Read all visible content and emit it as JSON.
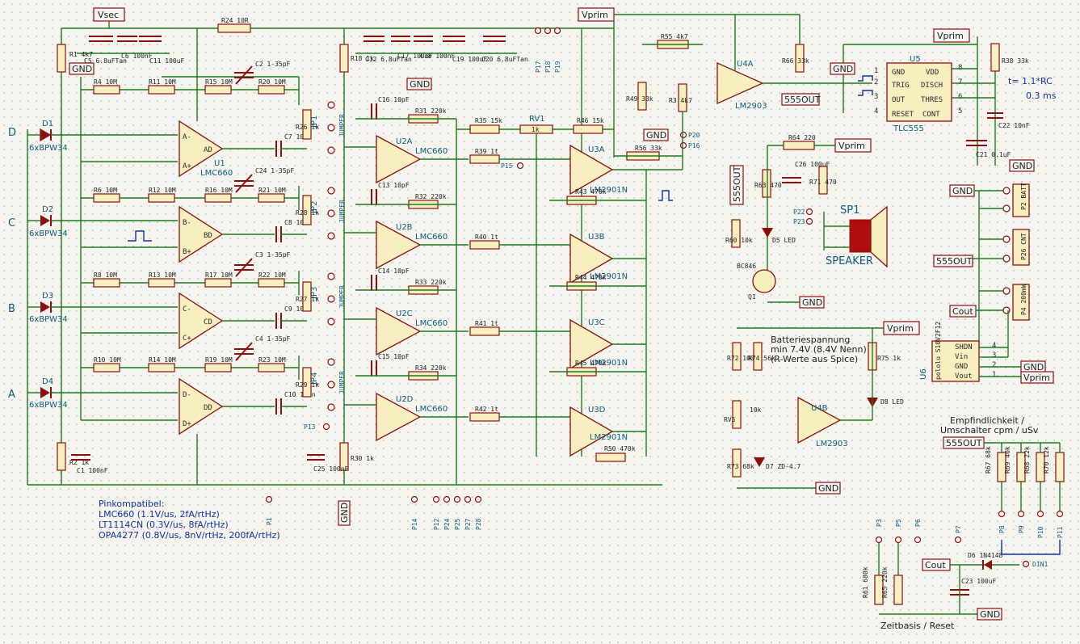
{
  "net_labels": {
    "vsec": "Vsec",
    "vprim": "Vprim",
    "gnd": "GND",
    "out555": "555OUT",
    "cout": "Cout"
  },
  "channels": {
    "d": "D",
    "c": "C",
    "b": "B",
    "a": "A"
  },
  "diodes": [
    {
      "ref": "D1",
      "value": "6xBPW34"
    },
    {
      "ref": "D2",
      "value": "6xBPW34"
    },
    {
      "ref": "D3",
      "value": "6xBPW34"
    },
    {
      "ref": "D4",
      "value": "6xBPW34"
    }
  ],
  "opamps": {
    "u1": {
      "ref": "U1",
      "value": "LMC660",
      "units": [
        "AD",
        "BD",
        "CD",
        "DD"
      ]
    },
    "u2": {
      "ref": "LMC660",
      "units": [
        "U2A",
        "U2B",
        "U2C",
        "U2D"
      ]
    },
    "u3": {
      "value": "LM2901N",
      "units": [
        "U3A",
        "U3B",
        "U3C",
        "U3D"
      ]
    },
    "u4a": {
      "ref": "U4A",
      "value": "LM2903"
    },
    "u4b": {
      "ref": "U4B",
      "value": "LM2903"
    },
    "u5": {
      "ref": "U5",
      "value": "TLC555"
    }
  },
  "u5_pins": [
    "GND",
    "VDD",
    "TRIG",
    "DISCH",
    "OUT",
    "THRES",
    "RESET",
    "CONT"
  ],
  "u5_pin_numbers": [
    "1",
    "8",
    "2",
    "7",
    "3",
    "6",
    "4",
    "5"
  ],
  "u6": {
    "ref": "U6",
    "value": "pololu S10V2F12",
    "pins": [
      "SHDN",
      "Vin",
      "GND",
      "Vout"
    ],
    "pin_numbers": [
      "4",
      "3",
      "2",
      "1"
    ]
  },
  "speaker": {
    "ref": "SP1",
    "value": "SPEAKER"
  },
  "transistor": {
    "ref": "Q1",
    "value": "BC846"
  },
  "rc_note": {
    "formula": "t= 1.1*RC",
    "time": "0.3 ms"
  },
  "battery_note": [
    "Batteriespannung",
    "min 7.4V (8.4V Nenn)",
    "(R-Werte aus Spice)"
  ],
  "pinkompatibel": [
    "Pinkompatibel:",
    "LMC660 (1.1V/us, 2fA/rtHz)",
    "LT1114CN (0.3V/us, 8fA/rtHz)",
    "OPA4277 (0.8V/us, 8nV/rtHz, 200fA/rtHz)"
  ],
  "empf_note": [
    "Empfindlichkeit /",
    "Umschalter cpm / uSv"
  ],
  "zeit_note": "Zeitbasis / Reset",
  "rv1": {
    "ref": "RV1",
    "value": "1k"
  },
  "rv5": {
    "ref": "RV5",
    "value": "10k"
  },
  "jumpers": [
    "JP1",
    "JP2",
    "JP3",
    "JP4"
  ],
  "jumper_text": "JUMPER",
  "feedback_rows": [
    [
      "R4 10M",
      "R11 10M",
      "R15 10M",
      "R20 10M"
    ],
    [
      "R6 10M",
      "R12 10M",
      "R16 10M",
      "R21 10M"
    ],
    [
      "R8 10M",
      "R13 10M",
      "R17 10M",
      "R22 10M"
    ],
    [
      "R10 10M",
      "R14 10M",
      "R19 10M",
      "R23 10M"
    ]
  ],
  "trimcaps": [
    "C2 1-35pF",
    "C24 1-35pF",
    "C3 1-35pF",
    "C4 1-35pF"
  ],
  "resistors": {
    "r24": "R24 10R",
    "r1": "R1 4k7",
    "r2": "R2 1k",
    "r30": "R30 1k",
    "r18": "R18 1k",
    "r26": "R26 1k",
    "r28": "R28 1k",
    "r27": "R27 1k",
    "r29": "R29 1k",
    "r31": "R31 220k",
    "r32": "R32 220k",
    "r33": "R33 220k",
    "r34": "R34 220k",
    "r35": "R35 15k",
    "r46": "R46 15k",
    "r39": "R39 1t",
    "r40": "R40 1t",
    "r41": "R41 1t",
    "r42": "R42 1t",
    "r43": "R43 470k",
    "r44": "R44 470k",
    "r45": "R45 470k",
    "r50": "R50 470k",
    "r55": "R55 4k7",
    "r56": "R56 33k",
    "r49": "R49 33k",
    "r3": "R3 4k7",
    "r66": "R66 33k",
    "r38": "R38 33k",
    "r64": "R64 220",
    "r60": "R60 10k",
    "r63": "R63 470",
    "r71": "R71 470",
    "r72": "R72 100k",
    "r74": "R74 56k",
    "r73": "R73 68k",
    "r75": "R75 1k",
    "r67": "R67 68k",
    "r69": "R69 40k",
    "r68": "R68 22k",
    "r70": "R70 12k",
    "r61": "R61 680k",
    "r65": "R65 220k"
  },
  "caps": {
    "c5": "C5 6.8uFTan",
    "c6": "C6 100nF",
    "c11": "C11 100uF",
    "c12": "C12 6.8uFTan",
    "c17": "C17 100nF",
    "c18": "C18 100nF",
    "c19": "C19 100uF",
    "c20": "C20 6.8uFTan",
    "c1": "C1 100nF",
    "c25": "C25 100nF",
    "c16": "C16 10pF",
    "c13": "C13 10pF",
    "c14": "C14 10pF",
    "c15": "C15 10pF",
    "c7": "C7 100n",
    "c8": "C8 100n",
    "c9": "C9 100n",
    "c10": "C10 100n",
    "c22": "C22 10nF",
    "c21": "C21 0.1uF",
    "c26": "C26 100uF",
    "c23": "C23 100uF"
  },
  "connectors": {
    "p2": "P2 BATT",
    "p26": "P26 CNT",
    "p4": "P4 200mW"
  },
  "diode_misc": {
    "d5": "D5 LED",
    "d7": "D7 ZD-4.7",
    "d8": "D8 LED",
    "d6": "D6 1N4148",
    "din1": "DIN1"
  },
  "testpoints": [
    "P1",
    "P14",
    "P12",
    "P24",
    "P25",
    "P27",
    "P28",
    "P13",
    "P17",
    "P18",
    "P19",
    "P15",
    "P20",
    "P16",
    "P22",
    "P23",
    "P3",
    "P5",
    "P6",
    "P7",
    "P8",
    "P9",
    "P10",
    "P11"
  ]
}
